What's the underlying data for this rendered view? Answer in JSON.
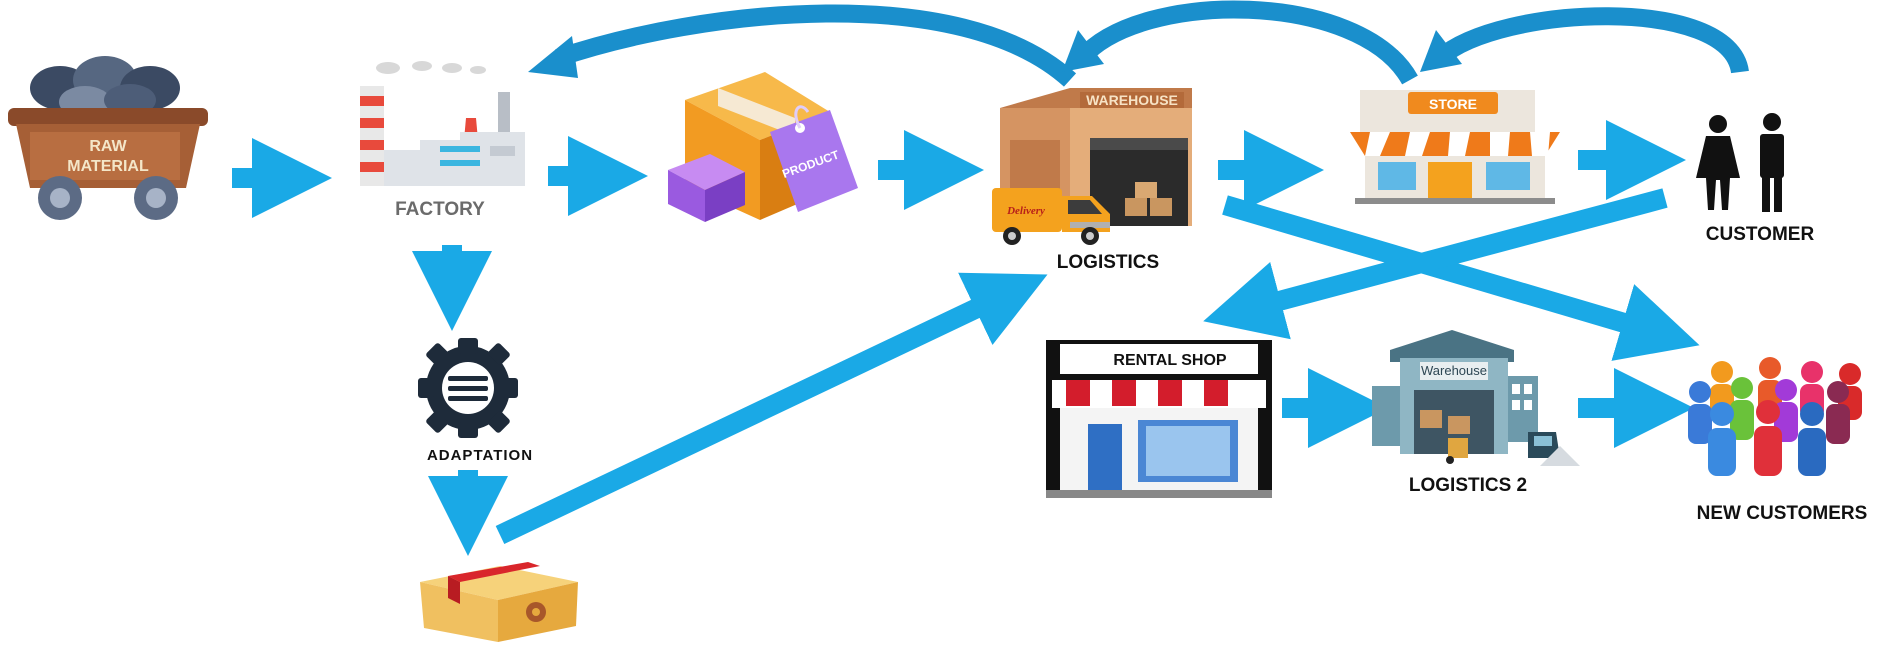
{
  "nodes": {
    "raw_material": {
      "label_line1": "RAW",
      "label_line2": "MATERIAL"
    },
    "factory": {
      "label": "FACTORY"
    },
    "product": {
      "tag_text": "PRODUCT"
    },
    "logistics": {
      "label": "LOGISTICS",
      "sign_text": "WAREHOUSE",
      "truck_text": "Delivery"
    },
    "store": {
      "sign_text": "STORE"
    },
    "customer": {
      "label": "CUSTOMER"
    },
    "adaptation": {
      "label": "ADAPTATION"
    },
    "rental_shop": {
      "sign_text": "RENTAL SHOP"
    },
    "logistics2": {
      "label": "LOGISTICS 2",
      "sign_text": "Warehouse"
    },
    "new_customers": {
      "label": "NEW CUSTOMERS"
    }
  },
  "colors": {
    "arrow": "#1aa9e6",
    "curved_arrow": "#1a8fcc",
    "label_text": "#111111",
    "factory_label": "#6b6b6b"
  }
}
